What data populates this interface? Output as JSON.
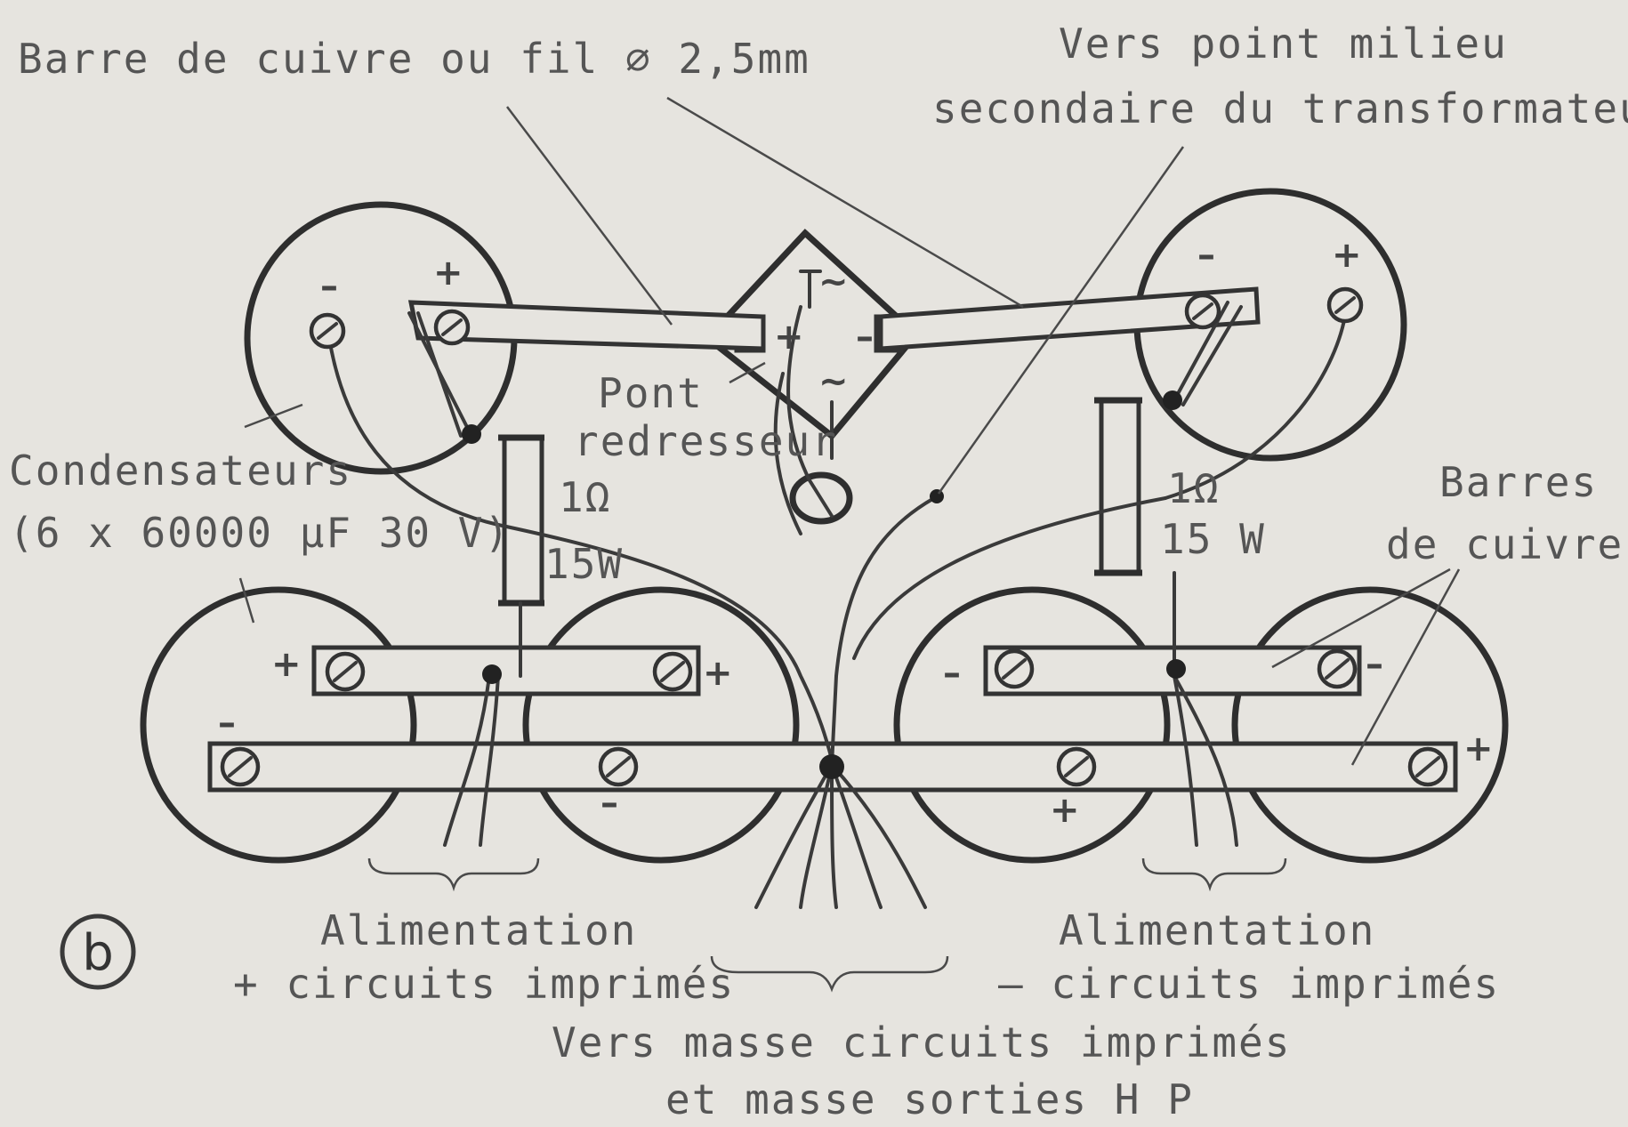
{
  "labels": {
    "copper_bar": "Barre de cuivre ou fil ⌀ 2,5mm",
    "midpoint_line1": "Vers point milieu",
    "midpoint_line2": "secondaire du transformateur",
    "bridge_line1": "Pont",
    "bridge_line2": "redresseur",
    "capacitors_line1": "Condensateurs",
    "capacitors_line2": "(6 x 60000 μF 30 V)",
    "res_left_value": "1Ω",
    "res_left_power": "15W",
    "res_right_value": "1Ω",
    "res_right_power": "15 W",
    "bars_line1": "Barres",
    "bars_line2": "de cuivre",
    "figure_mark": "b",
    "supply_pos_line1": "Alimentation",
    "supply_pos_line2": "+ circuits imprimés",
    "supply_neg_line1": "Alimentation",
    "supply_neg_line2": "– circuits imprimés",
    "ground_line1": "Vers masse circuits imprimés",
    "ground_line2": "et masse sorties H P"
  },
  "signs": {
    "plus": "+",
    "minus": "–",
    "ac": "~"
  }
}
